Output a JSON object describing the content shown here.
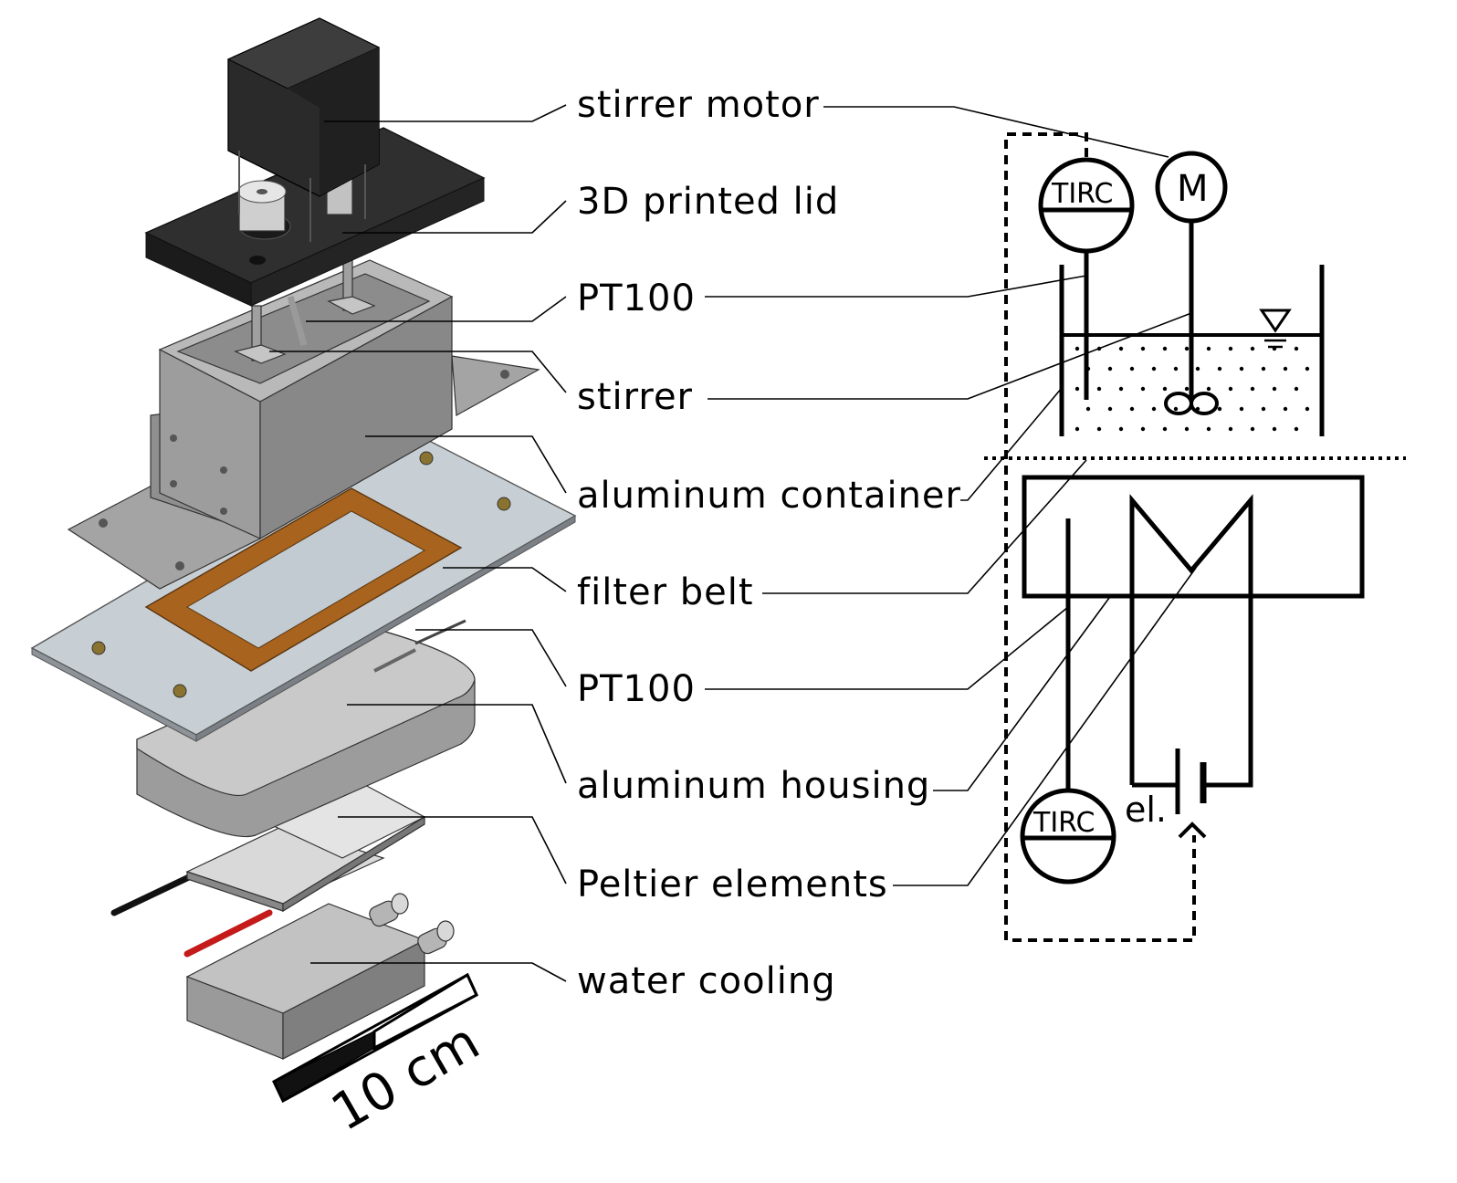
{
  "labels": {
    "stirrer_motor": "stirrer motor",
    "lid": "3D printed lid",
    "pt100_top": "PT100",
    "stirrer": "stirrer",
    "aluminum_container": "aluminum container",
    "filter_belt": "filter belt",
    "pt100_bottom": "PT100",
    "aluminum_housing": "aluminum housing",
    "peltier_elements": "Peltier elements",
    "water_cooling": "water cooling"
  },
  "scale_bar": {
    "label": "10 cm"
  },
  "schematic": {
    "tirc_top": "TIRC",
    "motor": "M",
    "tirc_bottom": "TIRC",
    "electric": "el."
  },
  "colors": {
    "filter_frame": "#a8641e",
    "motor_body": "#2a2a2a",
    "lid": "#2f2f2f",
    "aluminum": "#9a9a9a",
    "plate": "#c6cdd2",
    "housing": "#a3a3a3",
    "red_wire": "#c41a1a",
    "black_wire": "#111111"
  }
}
